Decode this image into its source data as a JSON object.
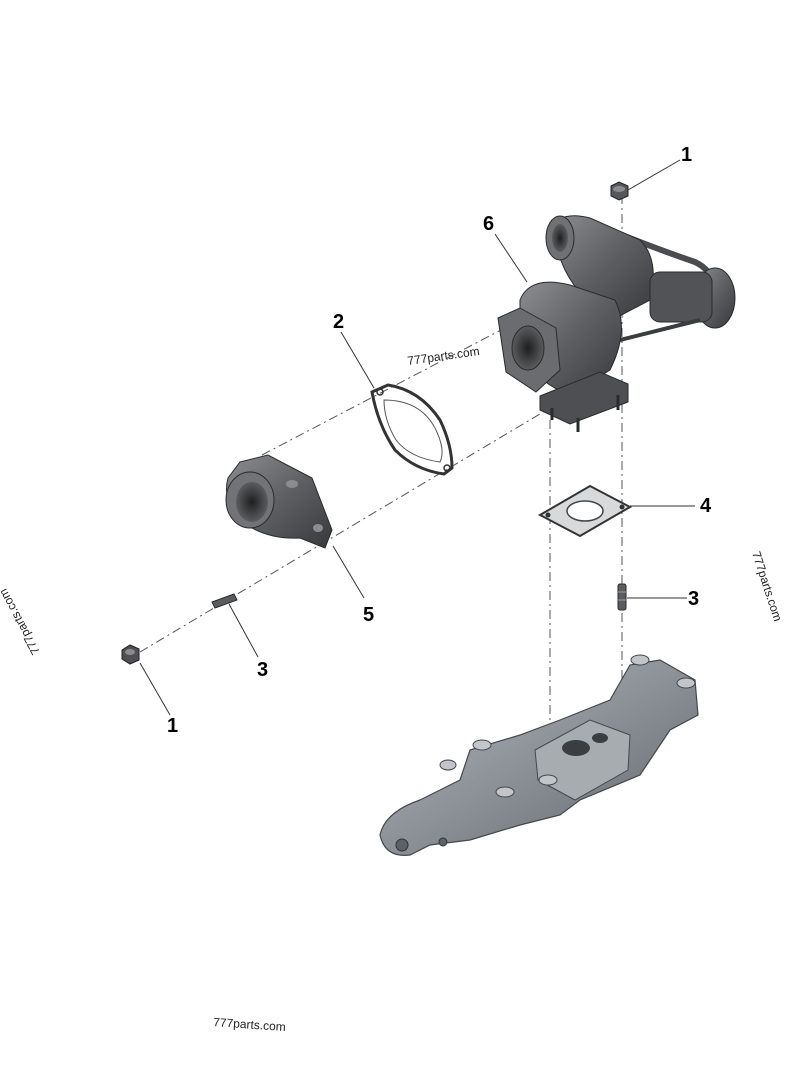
{
  "diagram": {
    "callouts": [
      {
        "id": "nut_top",
        "label": "1"
      },
      {
        "id": "turbo",
        "label": "6"
      },
      {
        "id": "gasket_elbow",
        "label": "2"
      },
      {
        "id": "gasket_flange",
        "label": "4"
      },
      {
        "id": "stud_right",
        "label": "3"
      },
      {
        "id": "elbow",
        "label": "5"
      },
      {
        "id": "stud_left",
        "label": "3"
      },
      {
        "id": "nut_left",
        "label": "1"
      }
    ],
    "watermarks": [
      "777parts.com",
      "777parts.com",
      "777parts.com",
      "777parts.com"
    ],
    "colors": {
      "part": "#6b6d70",
      "part_dark": "#3e4043",
      "manifold": "#8a9096",
      "manifold_light": "#a9aeb3"
    }
  }
}
